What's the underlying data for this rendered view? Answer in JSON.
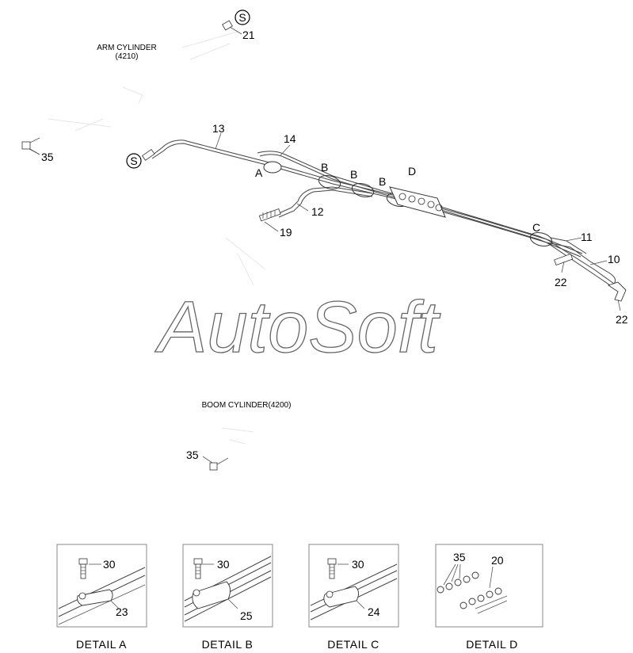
{
  "labels": {
    "arm_cylinder": "ARM CYLINDER",
    "arm_cylinder_code": "(4210)",
    "boom_cylinder": "BOOM CYLINDER(4200)"
  },
  "watermark": "AutoSoft",
  "callouts": {
    "s_top": "S",
    "s_left": "S",
    "n21": "21",
    "n35_left": "35",
    "n13": "13",
    "n14": "14",
    "a": "A",
    "b1": "B",
    "b2": "B",
    "b3": "B",
    "d": "D",
    "n12": "12",
    "n19": "19",
    "c": "C",
    "n11": "11",
    "n10": "10",
    "n22_a": "22",
    "n22_b": "22",
    "n35_bottom": "35"
  },
  "details": [
    {
      "caption": "DETAIL  A",
      "bolt": "30",
      "part": "23"
    },
    {
      "caption": "DETAIL  B",
      "bolt": "30",
      "part": "25"
    },
    {
      "caption": "DETAIL  C",
      "bolt": "30",
      "part": "24"
    },
    {
      "caption": "DETAIL  D",
      "parts": [
        "35",
        "20"
      ]
    }
  ]
}
